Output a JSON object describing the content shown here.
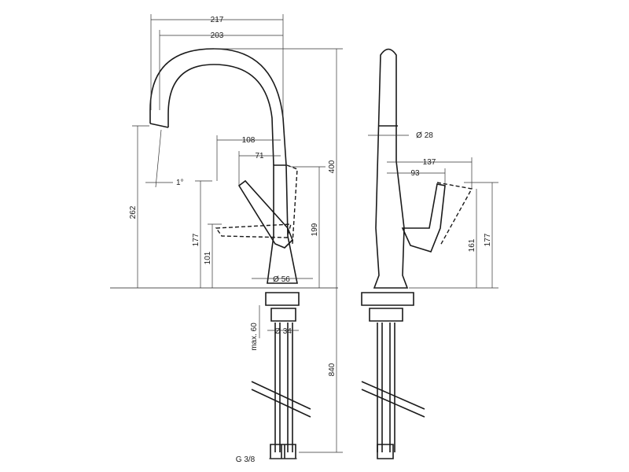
{
  "dimensions": {
    "d217": "217",
    "d203": "203",
    "d108": "108",
    "d71": "71",
    "d1deg": "1°",
    "d262": "262",
    "d177": "177",
    "d101": "101",
    "d199": "199",
    "d400": "400",
    "d56": "Ø 56",
    "d60": "max. 60",
    "d34": "Ø 34",
    "d840": "840",
    "dG38": "G 3/8",
    "d28": "Ø 28",
    "d137": "137",
    "d93": "93",
    "d161": "161",
    "d177r": "177"
  }
}
